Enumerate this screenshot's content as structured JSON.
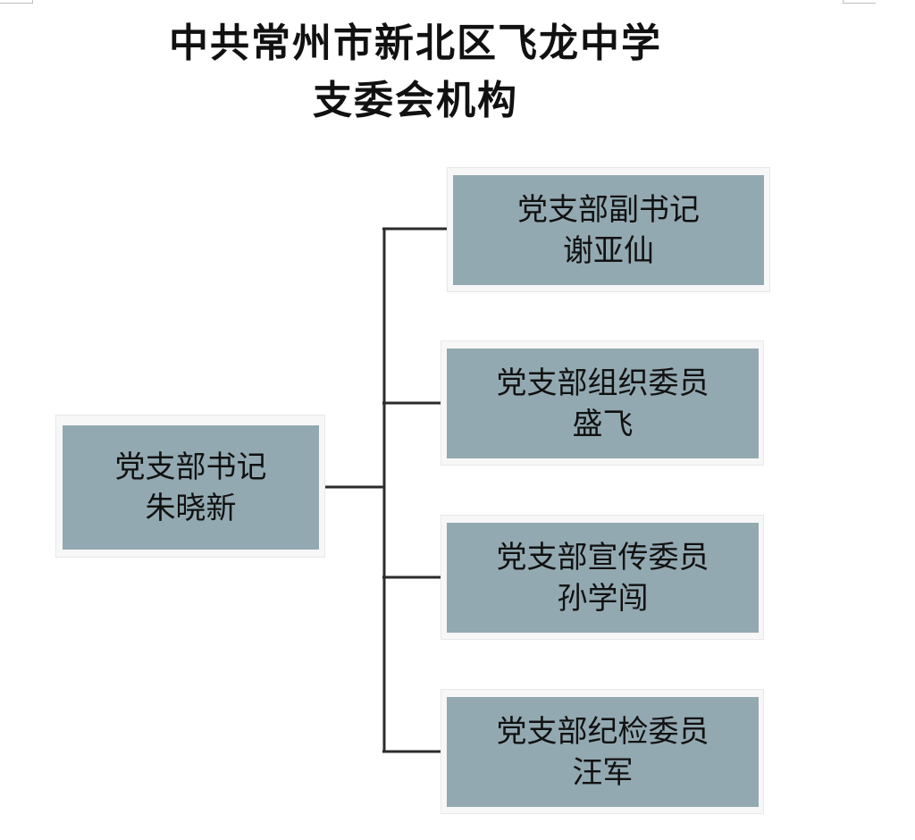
{
  "title": {
    "line1": "中共常州市新北区飞龙中学",
    "line2": "支委会机构"
  },
  "root": {
    "role": "党支部书记",
    "name": "朱晓新"
  },
  "children": [
    {
      "role": "党支部副书记",
      "name": "谢亚仙"
    },
    {
      "role": "党支部组织委员",
      "name": "盛飞"
    },
    {
      "role": "党支部宣传委员",
      "name": "孙学闯"
    },
    {
      "role": "党支部纪检委员",
      "name": "汪军"
    }
  ],
  "colors": {
    "box_fill": "#93a9b1",
    "box_frame": "#f7f7f7",
    "connector": "#2b2b2b"
  }
}
